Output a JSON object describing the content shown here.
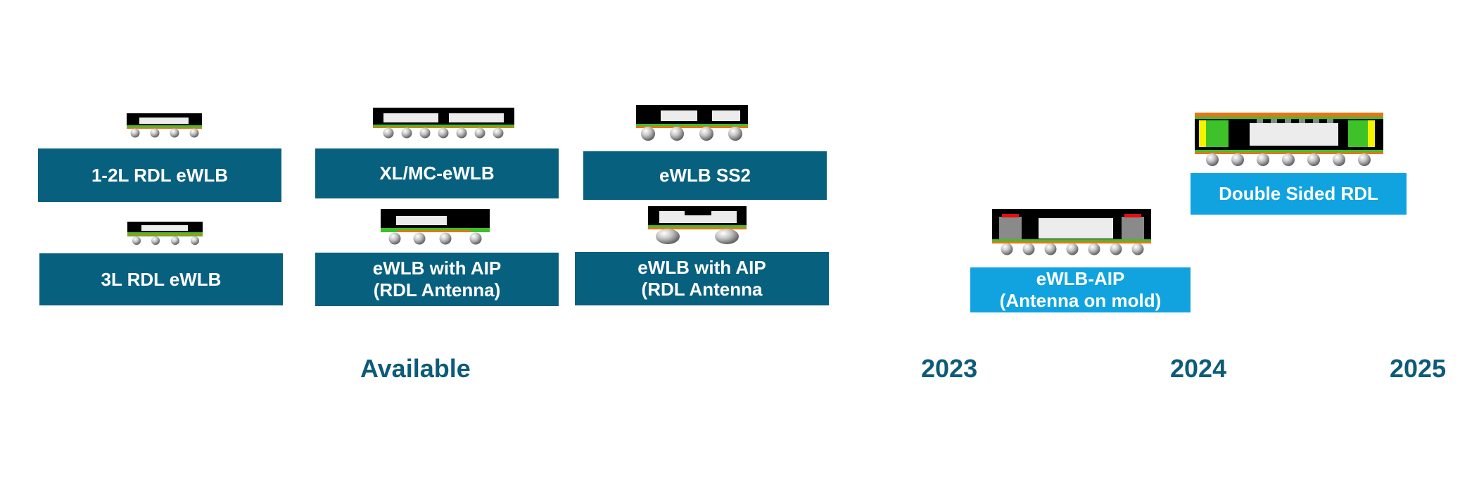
{
  "colors": {
    "dark_box": "#08607f",
    "light_box": "#10a3e0",
    "label": "#0d5b78",
    "mold": "#000000",
    "die": "#ececec",
    "rdl_green": "#3fbf2a",
    "rdl_orange": "#e0781a",
    "antenna_red": "#e01010",
    "via_gray": "#8a8a8a",
    "insert_green": "#3fc12a",
    "insert_yellow": "#f4f400"
  },
  "packages": {
    "rdl_12l": {
      "lines": [
        "1-2L RDL eWLB"
      ]
    },
    "rdl_3l": {
      "lines": [
        "3L RDL eWLB"
      ]
    },
    "xl_mc": {
      "lines": [
        "XL/MC-eWLB"
      ]
    },
    "aip_rdl_1": {
      "lines": [
        "eWLB with AIP",
        "(RDL Antenna)"
      ]
    },
    "ss2": {
      "lines": [
        "eWLB SS2"
      ]
    },
    "aip_rdl_2": {
      "lines": [
        "eWLB with AIP",
        "(RDL Antenna"
      ]
    },
    "aip_mold": {
      "lines": [
        "eWLB-AIP",
        "(Antenna on mold)"
      ]
    },
    "double_sided": {
      "lines": [
        "Double Sided RDL"
      ]
    }
  },
  "timeline": {
    "available": "Available",
    "y2023": "2023",
    "y2024": "2024",
    "y2025": "2025"
  }
}
